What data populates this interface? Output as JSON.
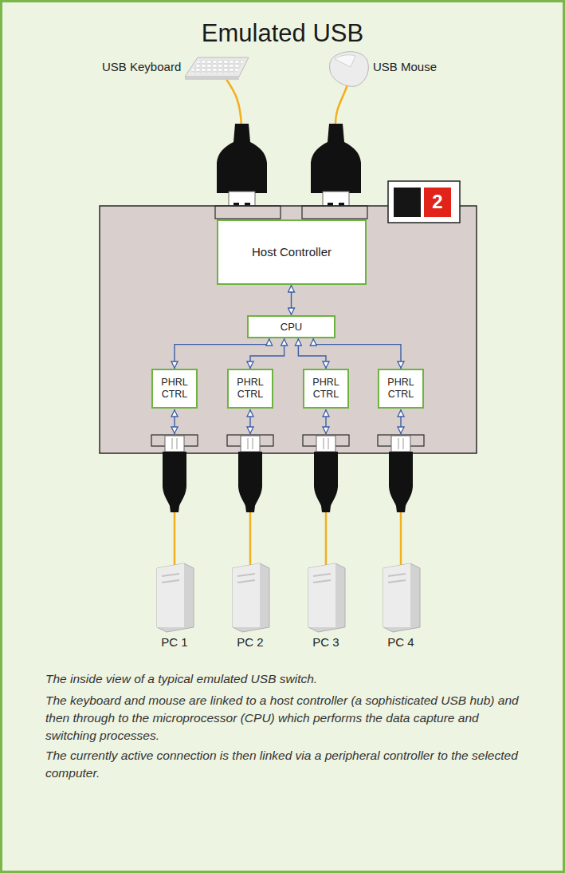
{
  "diagram": {
    "title": "Emulated USB",
    "caption": "The inside view of a typical emulated USB switch.",
    "nodes": [
      {
        "text": [
          "Host Controller"
        ]
      },
      {
        "text": [
          "CPU"
        ]
      },
      {
        "text": [
          "PHRL CTRL"
        ]
      },
      {
        "text": [
          "PHRL CTRL"
        ]
      },
      {
        "text": [
          "PHRL CTRL"
        ]
      },
      {
        "text": [
          "PHRL CTRL"
        ]
      }
    ],
    "edges": [
      {
        "from": 0,
        "to": 1,
        "arrow": "both"
      },
      {
        "from": 1,
        "to": 2,
        "arrow": "both"
      },
      {
        "from": 1,
        "to": 3,
        "arrow": "both"
      },
      {
        "from": 1,
        "to": 4,
        "arrow": "both"
      },
      {
        "from": 1,
        "to": 5,
        "arrow": "both"
      }
    ],
    "labels": [
      "USB Keyboard",
      "USB Mouse",
      "2",
      "PC 1",
      "PC 2",
      "PC 3",
      "PC 4",
      "The keyboard and mouse are linked to a host controller (a sophisticated USB hub) and then through to the microprocessor (CPU) which performs the data capture and switching processes.",
      "The currently active connection is then linked via a peripheral controller to the selected computer."
    ]
  }
}
